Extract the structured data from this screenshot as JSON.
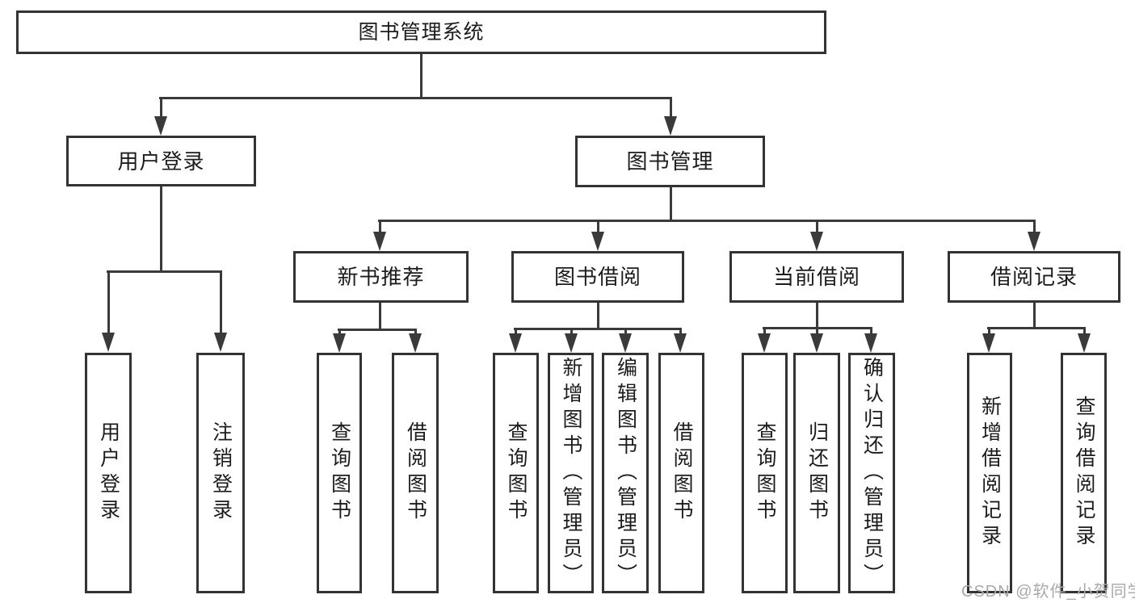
{
  "diagram": {
    "title": "图书管理系统",
    "tree": {
      "root": {
        "label": "图书管理系统"
      },
      "branches": [
        {
          "label": "用户登录",
          "children": [
            {
              "label": "用户登录"
            },
            {
              "label": "注销登录"
            }
          ]
        },
        {
          "label": "图书管理",
          "children": [
            {
              "label": "新书推荐",
              "children": [
                {
                  "label": "查询图书"
                },
                {
                  "label": "借阅图书"
                }
              ]
            },
            {
              "label": "图书借阅",
              "children": [
                {
                  "label": "查询图书"
                },
                {
                  "label": "新增图书（管理员）"
                },
                {
                  "label": "编辑图书（管理员）"
                },
                {
                  "label": "借阅图书"
                }
              ]
            },
            {
              "label": "当前借阅",
              "children": [
                {
                  "label": "查询图书"
                },
                {
                  "label": "归还图书"
                },
                {
                  "label": "确认归还（管理员）"
                }
              ]
            },
            {
              "label": "借阅记录",
              "children": [
                {
                  "label": "新增借阅记录"
                },
                {
                  "label": "查询借阅记录"
                }
              ]
            }
          ]
        }
      ]
    },
    "watermark": {
      "text": "CSDN @软件_小贺同学"
    },
    "colors": {
      "line": "#3a3a3a",
      "box_border": "#333333",
      "text": "#1c1c1c",
      "watermark": "#a9a9a9",
      "background": "#ffffff"
    }
  }
}
